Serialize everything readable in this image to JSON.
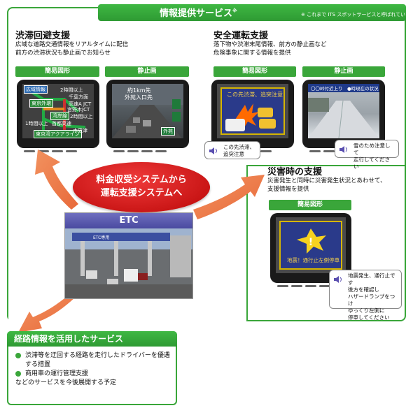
{
  "header": {
    "title": "情報提供サービス",
    "title_mark": "※",
    "note": "※ これまで ITS スポットサービスと呼ばれていたサービス"
  },
  "congestion": {
    "title": "渋滞回避支援",
    "desc": [
      "広域な道路交通情報をリアルタイムに配信",
      "前方の渋滞状況も静止画でお知らせ"
    ],
    "simple_label": "簡易図形",
    "still_label": "静止画",
    "map_texts": [
      "広域情報",
      "東京外環",
      "2時間以上",
      "千葉方面",
      "湾岸線",
      "高速A JCT",
      "2時間以上",
      "宮野木JCT",
      "1時間以上",
      "東京湾アクアライン",
      "首都高速",
      "木更津"
    ],
    "still_texts": [
      "約1km先",
      "外苑入口先",
      "外苑"
    ]
  },
  "safety": {
    "title": "安全運転支援",
    "desc": [
      "落下物や渋滞末尾情報、前方の静止画など",
      "危険事象に関する情報を提供"
    ],
    "simple_label": "簡易図形",
    "still_label": "静止画",
    "simple_screen_text": "この先渋滞、追突注意",
    "still_screen_text": "〇〇峠付近上り　●時現在の状況",
    "bubble1": [
      "この先渋滞、",
      "追突注意"
    ],
    "bubble2": [
      "雪のため注意して",
      "走行してください"
    ]
  },
  "disaster": {
    "title": "災害時の支援",
    "desc": [
      "災害発生と同時に災害発生状況とあわせて、",
      "支援情報を提供"
    ],
    "simple_label": "簡易図形",
    "screen_text": "地震！通行止左側停車",
    "bubble": [
      "地震発生、通行止です",
      "後方を確認し",
      "ハザードランプをつけ",
      "ゆっくり左側に",
      "停車してください"
    ]
  },
  "center": {
    "line1": "料金収受システムから",
    "line2": "運転支援システムへ"
  },
  "etc": {
    "label": "ETC",
    "sign": "ETC専用"
  },
  "route": {
    "title": "経路情報を活用したサービス",
    "bullets": [
      "渋滞等を迂回する経路を走行したドライバーを優遇する措置",
      "商用車の運行管理支援"
    ],
    "footer": "などのサービスを今後展開する予定"
  },
  "colors": {
    "green": "#3aa63a",
    "red": "#d92020",
    "orange": "#ef7a45"
  }
}
